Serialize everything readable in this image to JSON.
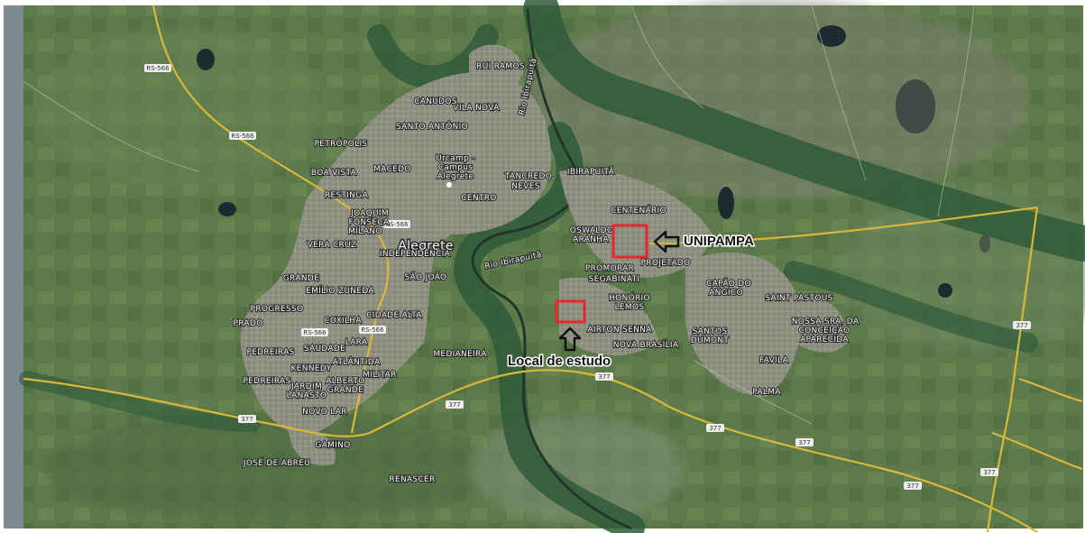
{
  "map": {
    "city": "Alegrete",
    "neighborhoods": [
      {
        "id": "rui-ramos",
        "text": "RUI RAMOS"
      },
      {
        "id": "vila-nova",
        "text": "VILA NOVA"
      },
      {
        "id": "canudos",
        "text": "CANUDOS"
      },
      {
        "id": "santo-antonio",
        "text": "SANTO ANTÔNIO"
      },
      {
        "id": "petropolis",
        "text": "PETRÓPOLIS"
      },
      {
        "id": "boa-vista",
        "text": "BOA VISTA"
      },
      {
        "id": "macedo",
        "text": "MACEDO"
      },
      {
        "id": "restinga",
        "text": "RESTINGA"
      },
      {
        "id": "tancredo",
        "text": "TANCREDO"
      },
      {
        "id": "neves",
        "text": "NEVES"
      },
      {
        "id": "centro",
        "text": "CENTRO"
      },
      {
        "id": "ibirapuita",
        "text": "IBIRAPUITÃ"
      },
      {
        "id": "centenario",
        "text": "CENTENÁRIO"
      },
      {
        "id": "joaquim",
        "text": "JOAQUIM"
      },
      {
        "id": "fonseca",
        "text": "FONSECA"
      },
      {
        "id": "milano",
        "text": "MILANO"
      },
      {
        "id": "vera-cruz",
        "text": "VERA CRUZ"
      },
      {
        "id": "independencia",
        "text": "INDEPENDÊNCIA"
      },
      {
        "id": "oswaldo",
        "text": "OSWALDO"
      },
      {
        "id": "aranha",
        "text": "ARANHA"
      },
      {
        "id": "projetado",
        "text": "PROJETADO"
      },
      {
        "id": "promorar",
        "text": "PROMORAR"
      },
      {
        "id": "segabinatti",
        "text": "SEGABINATI"
      },
      {
        "id": "grande",
        "text": "GRANDE"
      },
      {
        "id": "sao-joao",
        "text": "SÃO JOÃO"
      },
      {
        "id": "emilio-luneda",
        "text": "EMÍLIO ZUNEDA"
      },
      {
        "id": "progresso",
        "text": "PROGRESSO"
      },
      {
        "id": "prado",
        "text": "PRADO"
      },
      {
        "id": "cohilha",
        "text": "COXILHA"
      },
      {
        "id": "cidade-alta",
        "text": "CIDADE ALTA"
      },
      {
        "id": "honorio",
        "text": "HONÓRIO"
      },
      {
        "id": "lemos",
        "text": "LEMOS"
      },
      {
        "id": "capao-do",
        "text": "CAPÃO DO"
      },
      {
        "id": "angico",
        "text": "ANGICO"
      },
      {
        "id": "saint-pastous",
        "text": "SAINT PASTOUS"
      },
      {
        "id": "nossa-sra",
        "text": "NOSSA SRA. DA"
      },
      {
        "id": "conceicao",
        "text": "CONCEIÇÃO"
      },
      {
        "id": "aparecida",
        "text": "APARECIDA"
      },
      {
        "id": "pedreiras",
        "text": "PEDREIRAS"
      },
      {
        "id": "saudade",
        "text": "SAUDADE"
      },
      {
        "id": "lara",
        "text": "LARA"
      },
      {
        "id": "airton-senna",
        "text": "AIRTON SENNA"
      },
      {
        "id": "nova-brasilia",
        "text": "NOVA BRASÍLIA"
      },
      {
        "id": "santos",
        "text": "SANTOS"
      },
      {
        "id": "dumont",
        "text": "DUMONT"
      },
      {
        "id": "medianeira",
        "text": "MEDIANEIRA"
      },
      {
        "id": "kennedy",
        "text": "KENNEDY"
      },
      {
        "id": "atlantida",
        "text": "ATLÂNTIDA"
      },
      {
        "id": "pedreiras-2",
        "text": "PEDREIRAS"
      },
      {
        "id": "jardim",
        "text": "JARDIM"
      },
      {
        "id": "lanasto",
        "text": "LANASTO"
      },
      {
        "id": "alberto",
        "text": "ALBERTO"
      },
      {
        "id": "grande-2",
        "text": "GRANDE"
      },
      {
        "id": "militar",
        "text": "MILITAR"
      },
      {
        "id": "novo-lar",
        "text": "NOVO LAR"
      },
      {
        "id": "gamino",
        "text": "GAMINO"
      },
      {
        "id": "jose-de-abreu",
        "text": "JOSÉ DE ABREU"
      },
      {
        "id": "renascer",
        "text": "RENASCER"
      },
      {
        "id": "favila",
        "text": "FAVILA"
      },
      {
        "id": "palma",
        "text": "PALMA"
      }
    ],
    "campus_lines": [
      "Urcamp -",
      "Campus",
      "Alegrete"
    ],
    "rivers": {
      "ibirapuita_upper": "Rio Ibirapuitã",
      "ibirapuita_lower": "Rio Ibirapuitã"
    },
    "roads": {
      "rs566": "RS-566",
      "br377": "377"
    },
    "annotations": {
      "unipampa": "UNIPAMPA",
      "study_site": "Local de estudo"
    },
    "colors": {
      "marker": "#e8262c",
      "arrow": "#111111",
      "label_fill": "#f4f4f4",
      "road": "#d9b73a"
    }
  }
}
